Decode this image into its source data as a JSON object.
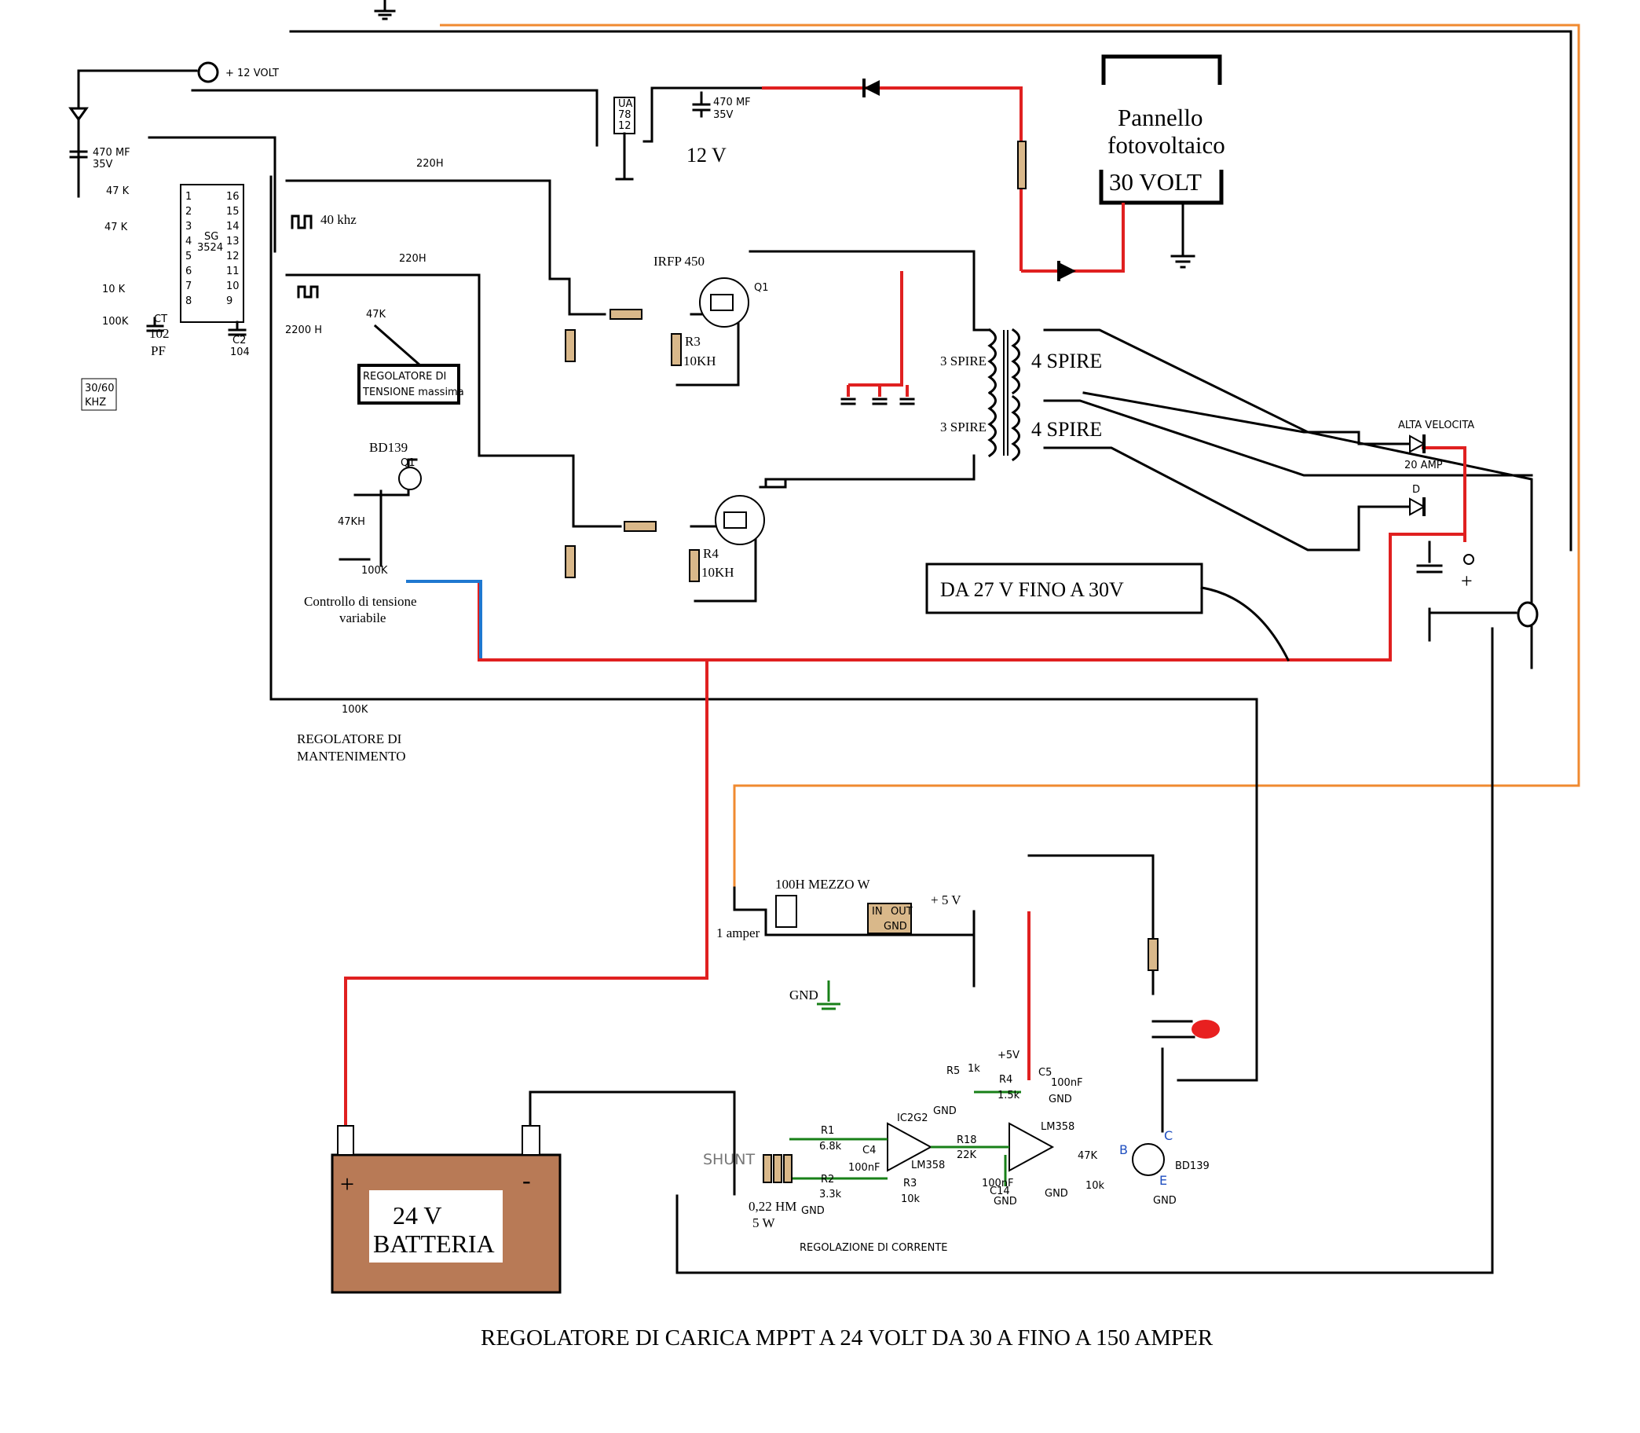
{
  "title": "REGOLATORE DI CARICA MPPT A 24 VOLT  DA 30 A FINO A 150 AMPER",
  "panel": {
    "line1": "Pannello",
    "line2": "fotovoltaico",
    "voltage": "30 VOLT"
  },
  "supply": {
    "plus12": "+ 12 VOLT",
    "v12": "12 V",
    "vreg": [
      "UA",
      "78",
      "12"
    ],
    "cap_top": [
      "470 MF",
      "35V"
    ],
    "cap_left": [
      "470 MF",
      "35V"
    ]
  },
  "sg3524": {
    "name": [
      "SG",
      "3524"
    ],
    "pins_left": [
      "1",
      "2",
      "3",
      "4",
      "5",
      "6",
      "7",
      "8"
    ],
    "pins_right": [
      "16",
      "15",
      "14",
      "13",
      "12",
      "11",
      "10",
      "9"
    ]
  },
  "left_parts": {
    "r47k_a": "47 K",
    "r47k_b": "47 K",
    "r10k": "10 K",
    "pot100k": "100K",
    "ct": "CT",
    "ct_val": "102",
    "pf": "PF",
    "c2": "C2",
    "c2_val": "104",
    "freq_box": [
      "30/60",
      "KHZ"
    ],
    "freq": "40 khz",
    "r220h_a": "220H",
    "r220h_b": "220H",
    "r2200h": "2200 H",
    "pot47k": "47K"
  },
  "reg_max": [
    "REGOLATORE  DI",
    "TENSIONE massima"
  ],
  "bd139_top": {
    "name": "BD139",
    "q": "Q1",
    "r47kh": "47KH",
    "pot100k": "100K"
  },
  "ctrl_var": [
    "Controllo di tensione",
    "variabile"
  ],
  "reg_mant": {
    "pot": "100K",
    "lines": [
      "REGOLATORE DI",
      "MANTENIMENTO"
    ]
  },
  "mosfets": {
    "label": "IRFP 450",
    "q1": "Q1",
    "r3": "R3",
    "r3_val": "10KH",
    "r4": "R4",
    "r4_val": "10KH"
  },
  "transformer": {
    "prim_a": "3 SPIRE",
    "prim_b": "3 SPIRE",
    "sec_a": "4  SPIRE",
    "sec_b": "4  SPIRE"
  },
  "rectifier": {
    "alta": "ALTA VELOCITA",
    "amp": "20 AMP",
    "d": "D",
    "plus": "+"
  },
  "output_box": "DA 27 V FINO A 30V",
  "battery": {
    "plus": "+",
    "minus": "-",
    "volt": "24 V",
    "name": "BATTERIA"
  },
  "supply5v": {
    "r100h": "100H MEZZO W",
    "amp1": "1 amper",
    "in": "IN",
    "out": "OUT",
    "gnd_pin": "GND",
    "v5": "+ 5 V",
    "gnd": "GND"
  },
  "shunt": {
    "label": "SHUNT",
    "val": [
      "0,22 HM",
      "5 W"
    ]
  },
  "current_reg": {
    "title": "REGOLAZIONE DI CORRENTE",
    "r1": "R1",
    "r1v": "6.8k",
    "r2": "R2",
    "r2v": "3.3k",
    "c4": "C4",
    "c4v": "100nF",
    "ic2": "IC2G2",
    "lm358a": "LM358",
    "r3": "R3",
    "r3v": "10k",
    "r18": "R18",
    "r18v": "22K",
    "r5": "R5",
    "r5v": "1k",
    "r4": "R4",
    "r4v": "1.5k",
    "v5": "+5V",
    "c5": "C5",
    "c5v": "100nF",
    "lm358b": "LM358",
    "c14": "C14",
    "c14v": "100nF",
    "r47k": "47K",
    "r10k": "10k",
    "gnd": "GND",
    "b": "B",
    "c": "C",
    "e": "E",
    "bd139": "BD139"
  },
  "colors": {
    "red_wire": "#e02020",
    "orange_wire": "#f08a30",
    "blue_wire": "#1f78d0",
    "green_ground": "#188018",
    "battery": "#b87a56",
    "led": "#e82020"
  }
}
